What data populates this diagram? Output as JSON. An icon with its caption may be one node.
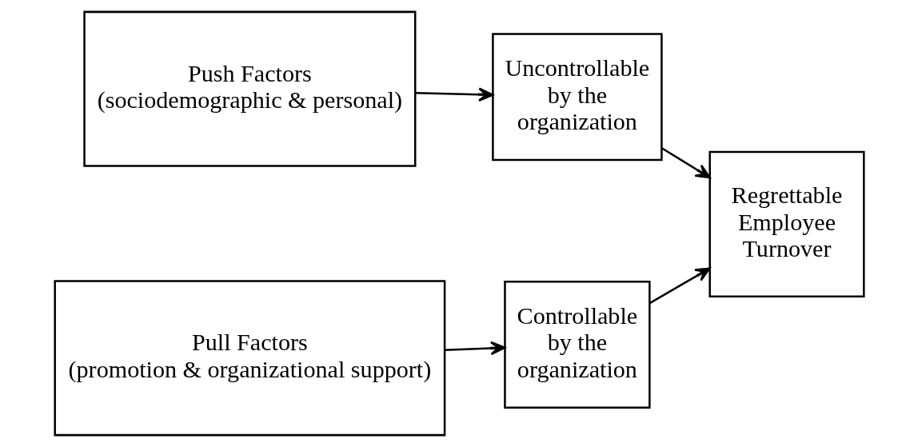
{
  "diagram": {
    "nodes": [
      {
        "text": [
          "Push Factors",
          "(sociodemographic & personal)"
        ]
      },
      {
        "text": [
          "Uncontrollable by the organization"
        ]
      },
      {
        "text": [
          "Regrettable Employee Turnover"
        ]
      },
      {
        "text": [
          "Pull Factors",
          "(promotion & organizational support)"
        ]
      },
      {
        "text": [
          "Controllable by the organization"
        ]
      }
    ],
    "edges": [
      {
        "from": 0,
        "to": 1,
        "arrow": "to"
      },
      {
        "from": 1,
        "to": 2,
        "arrow": "to"
      },
      {
        "from": 3,
        "to": 4,
        "arrow": "to"
      },
      {
        "from": 4,
        "to": 2,
        "arrow": "to"
      }
    ]
  }
}
